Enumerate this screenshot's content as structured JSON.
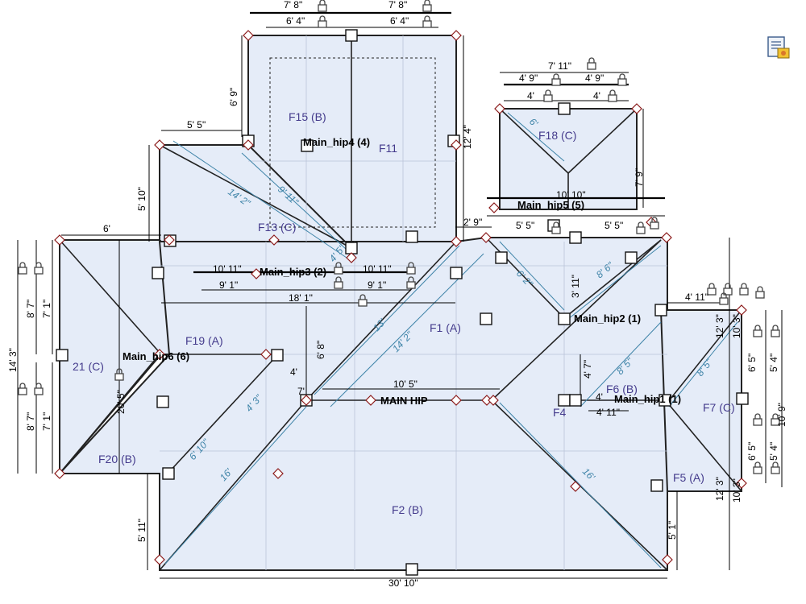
{
  "faces": [
    {
      "id": "f1",
      "label": "F1 (A)"
    },
    {
      "id": "f2",
      "label": "F2 (B)"
    },
    {
      "id": "f5",
      "label": "F5 (A)"
    },
    {
      "id": "f6",
      "label": "F6 (B)"
    },
    {
      "id": "f7",
      "label": "F7 (C)"
    },
    {
      "id": "f11",
      "label": "F11"
    },
    {
      "id": "f13",
      "label": "F13 (C)"
    },
    {
      "id": "f15",
      "label": "F15 (B)"
    },
    {
      "id": "f18",
      "label": "F18 (C)"
    },
    {
      "id": "f19",
      "label": "F19 (A)"
    },
    {
      "id": "f20",
      "label": "F20 (B)"
    },
    {
      "id": "f21",
      "label": "21 (C)"
    },
    {
      "id": "f4",
      "label": "F4"
    }
  ],
  "hips": [
    {
      "id": "main",
      "label": "MAIN HIP"
    },
    {
      "id": "hip2",
      "label": "Main_hip2 (1)"
    },
    {
      "id": "hip3",
      "label": "Main_hip3 (2)"
    },
    {
      "id": "hip4",
      "label": "Main_hip4 (4)"
    },
    {
      "id": "hip5",
      "label": "Main_hip5 (5)"
    },
    {
      "id": "hip6",
      "label": "Main_hip6 (6)"
    },
    {
      "id": "hip1",
      "label": "Main_hip1 (1)"
    }
  ],
  "dimensions": [
    {
      "id": "d1",
      "text": "7' 8\""
    },
    {
      "id": "d2",
      "text": "7' 8\""
    },
    {
      "id": "d3",
      "text": "6' 4\""
    },
    {
      "id": "d4",
      "text": "6' 4\""
    },
    {
      "id": "d5",
      "text": "6' 9\""
    },
    {
      "id": "d6",
      "text": "5' 5\""
    },
    {
      "id": "d7",
      "text": "12' 4\""
    },
    {
      "id": "d8",
      "text": "5' 10\""
    },
    {
      "id": "d9",
      "text": "6'"
    },
    {
      "id": "d10",
      "text": "2' 9\""
    },
    {
      "id": "d11",
      "text": "10' 11\""
    },
    {
      "id": "d12",
      "text": "10' 11\""
    },
    {
      "id": "d13",
      "text": "9' 1\""
    },
    {
      "id": "d14",
      "text": "9' 1\""
    },
    {
      "id": "d15",
      "text": "18' 1\""
    },
    {
      "id": "d16",
      "text": "7' 11\""
    },
    {
      "id": "d17",
      "text": "4' 9\""
    },
    {
      "id": "d18",
      "text": "4' 9\""
    },
    {
      "id": "d19",
      "text": "4'"
    },
    {
      "id": "d20",
      "text": "4'"
    },
    {
      "id": "d21",
      "text": "7' 9\""
    },
    {
      "id": "d22",
      "text": "10' 10\""
    },
    {
      "id": "d23",
      "text": "5' 5\""
    },
    {
      "id": "d24",
      "text": "5' 5\""
    },
    {
      "id": "d25",
      "text": "4' 11\""
    },
    {
      "id": "d26",
      "text": "12' 3\""
    },
    {
      "id": "d27",
      "text": "10' 3\""
    },
    {
      "id": "d28",
      "text": "6' 5\""
    },
    {
      "id": "d29",
      "text": "5' 4\""
    },
    {
      "id": "d30",
      "text": "10' 9\""
    },
    {
      "id": "d31",
      "text": "6' 5\""
    },
    {
      "id": "d32",
      "text": "5' 4\""
    },
    {
      "id": "d33",
      "text": "12' 3\""
    },
    {
      "id": "d34",
      "text": "10' 3\""
    },
    {
      "id": "d35",
      "text": "8' 7\""
    },
    {
      "id": "d36",
      "text": "7' 1\""
    },
    {
      "id": "d37",
      "text": "14' 3\""
    },
    {
      "id": "d38",
      "text": "8' 7\""
    },
    {
      "id": "d39",
      "text": "7' 1\""
    },
    {
      "id": "d40",
      "text": "20' 5\""
    },
    {
      "id": "d41",
      "text": "5' 11\""
    },
    {
      "id": "d42",
      "text": "30' 10\""
    },
    {
      "id": "d43",
      "text": "5' 1\""
    },
    {
      "id": "d44",
      "text": "10' 5\""
    },
    {
      "id": "d45",
      "text": "6' 8\""
    },
    {
      "id": "d46",
      "text": "4' 7\""
    },
    {
      "id": "d47",
      "text": "3' 11\""
    },
    {
      "id": "d48",
      "text": "4' 11\""
    },
    {
      "id": "d49",
      "text": "4'"
    },
    {
      "id": "d50",
      "text": "7'"
    },
    {
      "id": "d51",
      "text": "4'"
    }
  ],
  "diagonals": [
    {
      "id": "g1",
      "text": "14' 2\""
    },
    {
      "id": "g2",
      "text": "9' 11\""
    },
    {
      "id": "g3",
      "text": "13'"
    },
    {
      "id": "g4",
      "text": "14' 2\""
    },
    {
      "id": "g5",
      "text": "6' 2\""
    },
    {
      "id": "g6",
      "text": "8' 6\""
    },
    {
      "id": "g7",
      "text": "8' 5\""
    },
    {
      "id": "g8",
      "text": "8' 5\""
    },
    {
      "id": "g9",
      "text": "16'"
    },
    {
      "id": "g10",
      "text": "16'"
    },
    {
      "id": "g11",
      "text": "6' 10\""
    },
    {
      "id": "g12",
      "text": "4' 3\""
    },
    {
      "id": "g13",
      "text": "6'"
    },
    {
      "id": "g14",
      "text": "4' 5\""
    }
  ],
  "toolbar": {
    "icon": "report-icon"
  },
  "colors": {
    "face_fill": "#e5ecf8",
    "outline": "#222222",
    "label": "#443b8c",
    "diagonal": "#3f84a8",
    "handle_diamond": "#8b1a1a"
  }
}
